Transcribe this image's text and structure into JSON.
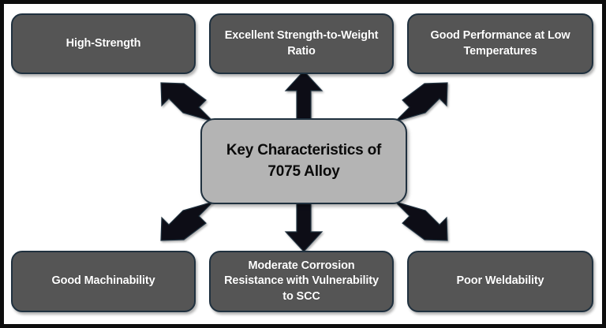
{
  "diagram": {
    "type": "radial-concept-map",
    "title": "Key Characteristics of 7075 Alloy",
    "frame_border_color": "#0d0d0d",
    "background_color": "#ffffff",
    "center": {
      "id": "key-characteristics",
      "label": "Key Characteristics of 7075 Alloy",
      "line1": "Key Characteristics of",
      "line2": "7075 Alloy",
      "fill_color": "#b4b4b4",
      "text_color": "#0a0a0a",
      "border_color": "#20313f"
    },
    "node_style": {
      "fill_color": "#555555",
      "text_color": "#ffffff",
      "border_color": "#20313f"
    },
    "arrow_color": "#0a0f14",
    "nodes": [
      {
        "id": "high-strength",
        "label": "High-Strength",
        "position": "top-left",
        "arrow": "up-left"
      },
      {
        "id": "strength-to-weight",
        "label": "Excellent Strength-to-Weight Ratio",
        "position": "top-center",
        "arrow": "up"
      },
      {
        "id": "low-temperature",
        "label": "Good Performance at Low Temperatures",
        "position": "top-right",
        "arrow": "up-right"
      },
      {
        "id": "machinability",
        "label": "Good Machinability",
        "position": "bottom-left",
        "arrow": "down-left"
      },
      {
        "id": "corrosion",
        "label": "Moderate Corrosion Resistance with Vulnerability to SCC",
        "position": "bottom-center",
        "arrow": "down"
      },
      {
        "id": "weldability",
        "label": "Poor Weldability",
        "position": "bottom-right",
        "arrow": "down-right"
      }
    ]
  }
}
